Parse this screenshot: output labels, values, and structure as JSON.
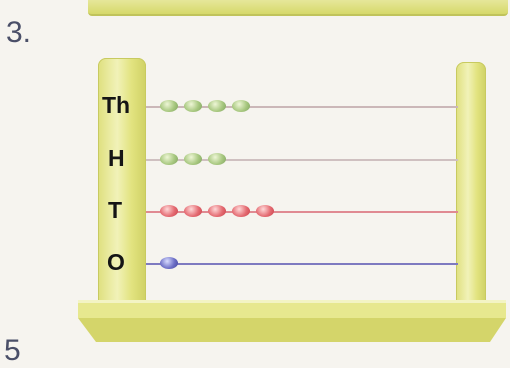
{
  "question": {
    "number": "3.",
    "next_number": "5"
  },
  "abacus": {
    "rods": [
      {
        "label": "Th",
        "beads": 4,
        "bead_color": "#a8c880",
        "rod_color": "#cbb7b8"
      },
      {
        "label": "H",
        "beads": 3,
        "bead_color": "#a8c880",
        "rod_color": "#cfc0c0"
      },
      {
        "label": "T",
        "beads": 5,
        "bead_color": "#e46b72",
        "rod_color": "#e08a92"
      },
      {
        "label": "O",
        "beads": 1,
        "bead_color": "#6d6fc6",
        "rod_color": "#7e7ac0"
      }
    ],
    "frame_color": "#dfe07e"
  }
}
